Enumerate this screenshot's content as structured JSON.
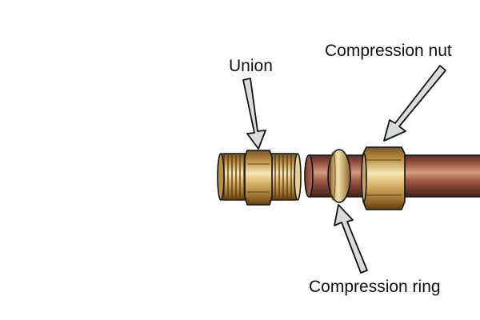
{
  "labels": {
    "union": "Union",
    "compression_nut": "Compression nut",
    "compression_ring": "Compression ring"
  },
  "colors": {
    "brass_light": "#f3dfa8",
    "brass_mid": "#c9a25a",
    "brass_dark": "#6e4b1c",
    "copper_light": "#c98a70",
    "copper_mid": "#8a4a3a",
    "copper_dark": "#4a2018",
    "arrow_fill": "#d9dcdc",
    "outline": "#111111"
  },
  "icons": [
    "union-fitting",
    "copper-pipe",
    "compression-ring",
    "compression-nut",
    "pointer-arrow"
  ]
}
